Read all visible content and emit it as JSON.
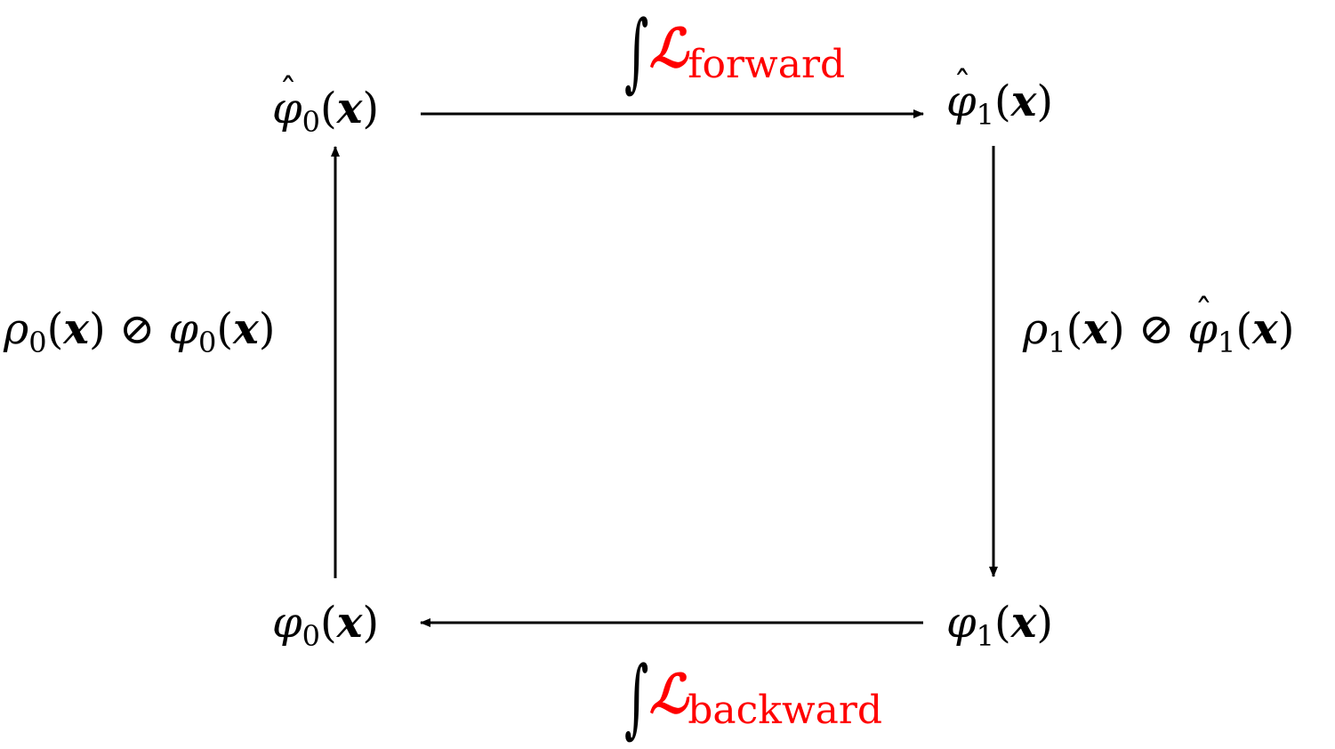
{
  "nodes": {
    "top_left": {
      "symbol": "φ",
      "hat": true,
      "sub": "0",
      "arg": "x"
    },
    "top_right": {
      "symbol": "φ",
      "hat": true,
      "sub": "1",
      "arg": "x"
    },
    "bottom_left": {
      "symbol": "φ",
      "hat": false,
      "sub": "0",
      "arg": "x"
    },
    "bottom_right": {
      "symbol": "φ",
      "hat": false,
      "sub": "1",
      "arg": "x"
    }
  },
  "edges": {
    "forward": {
      "integral": "∫",
      "script": "ℒ",
      "sub": "forward",
      "color": "#ff0000"
    },
    "backward": {
      "integral": "∫",
      "script": "ℒ",
      "sub": "backward",
      "color": "#ff0000"
    },
    "left": {
      "rho": "ρ",
      "rho_sub": "0",
      "op": "⊘",
      "phi": "φ",
      "phi_sub": "0",
      "arg": "x"
    },
    "right": {
      "rho": "ρ",
      "rho_sub": "1",
      "op": "⊘",
      "phi": "φ",
      "phi_sub": "1",
      "arg": "x"
    }
  },
  "paren_open": "(",
  "paren_close": ")"
}
